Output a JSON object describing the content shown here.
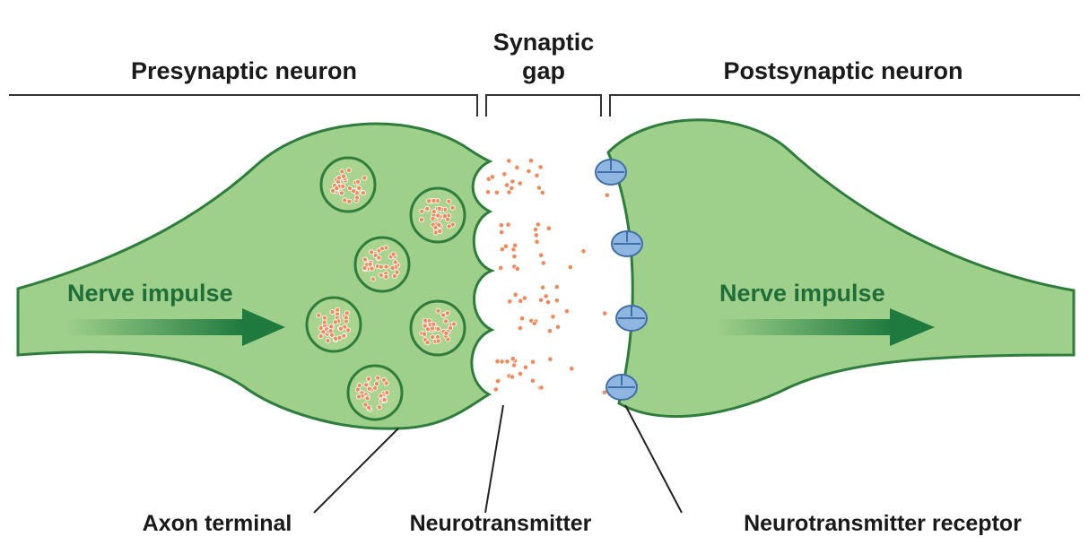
{
  "headers": {
    "presynaptic": "Presynaptic neuron",
    "gap_line1": "Synaptic",
    "gap_line2": "gap",
    "postsynaptic": "Postsynaptic neuron"
  },
  "impulse": {
    "left": "Nerve impulse",
    "right": "Nerve impulse"
  },
  "callouts": {
    "axon_terminal": "Axon terminal",
    "neurotransmitter": "Neurotransmitter",
    "receptor": "Neurotransmitter receptor"
  },
  "colors": {
    "neuron_fill": "#9fd08b",
    "neuron_stroke": "#2e7d3c",
    "vesicle_fill": "#a8d48f",
    "molecule": "#f08a5d",
    "receptor": "#8fb6e0",
    "impulse_text": "#1f6e3a",
    "arrow": "#1f7a3f"
  }
}
